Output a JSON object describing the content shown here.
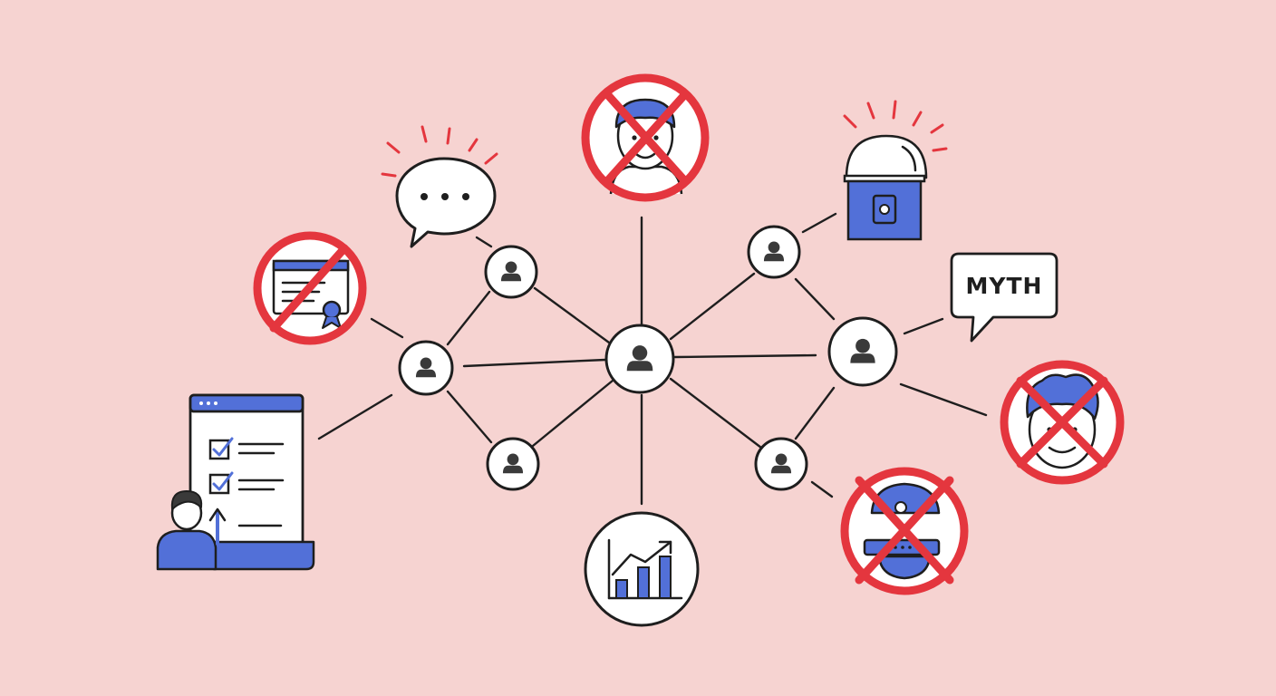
{
  "colors": {
    "background": "#f6d3d1",
    "stroke": "#1e1e1e",
    "accent_blue": "#5270d8",
    "prohibit_red": "#e4363e",
    "person_fill": "#3a3a3a",
    "white": "#ffffff"
  },
  "nodes": [
    {
      "id": "hub-center",
      "kind": "person-node"
    },
    {
      "id": "node-left-top",
      "kind": "person-node"
    },
    {
      "id": "node-left-mid",
      "kind": "person-node"
    },
    {
      "id": "node-left-bottom",
      "kind": "person-node"
    },
    {
      "id": "node-right-top",
      "kind": "person-node"
    },
    {
      "id": "node-right-mid",
      "kind": "person-node"
    },
    {
      "id": "node-right-bottom",
      "kind": "person-node"
    }
  ],
  "icons": {
    "speech_bubble": "speech-bubble-ellipsis-icon",
    "banned_person_top": "banned-person-icon",
    "alarm_lock": "alarm-lock-icon",
    "myth_bubble": "myth-speech-bubble-icon",
    "banned_face_right": "banned-face-icon",
    "banned_robot": "banned-robot-icon",
    "growth_chart": "growth-chart-icon",
    "checklist_user": "checklist-user-icon",
    "banned_document": "banned-document-icon"
  },
  "labels": {
    "myth": "MYTH"
  }
}
